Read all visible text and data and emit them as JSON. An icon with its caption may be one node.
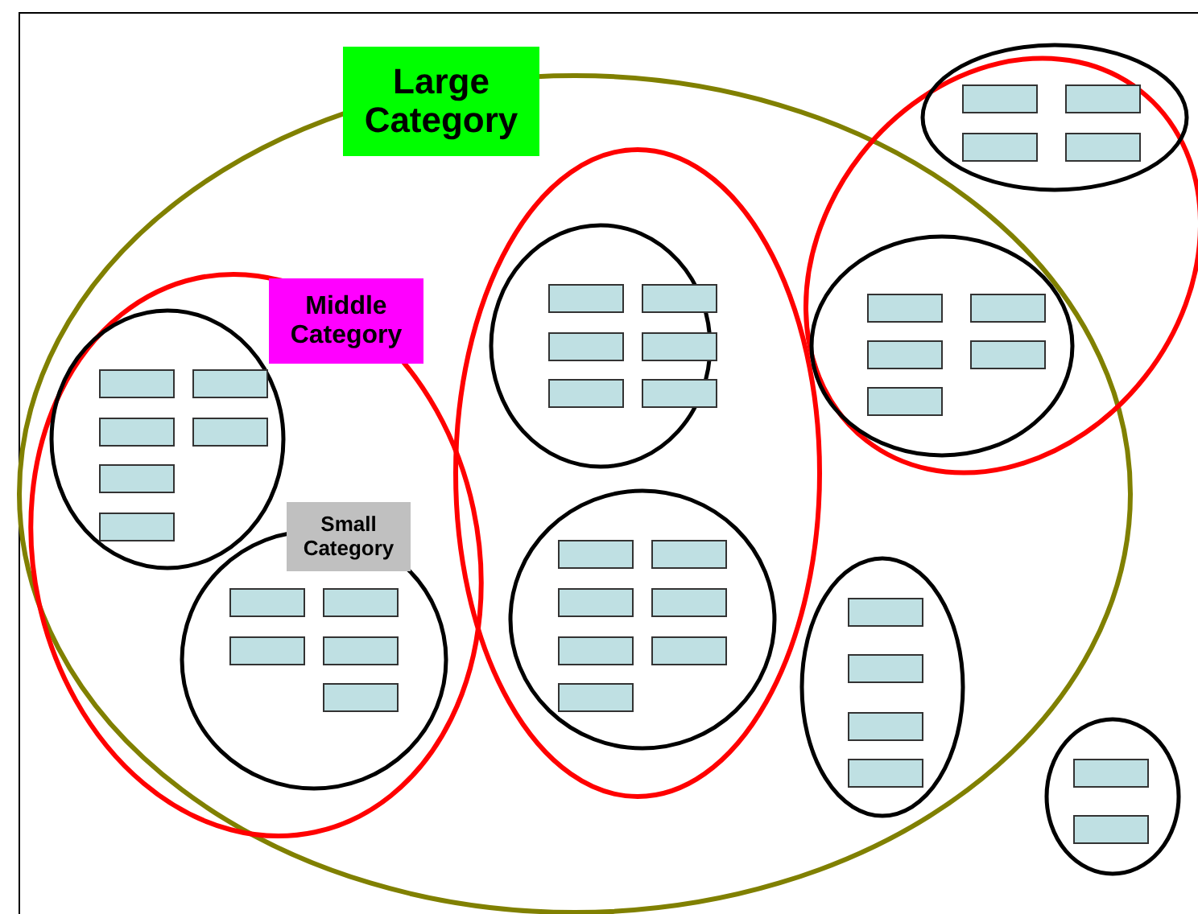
{
  "diagram": {
    "nodes": [
      {
        "text": [
          "Large Category"
        ]
      },
      {
        "text": [
          "Middle Category"
        ]
      },
      {
        "text": [
          "Small Category"
        ]
      }
    ]
  }
}
